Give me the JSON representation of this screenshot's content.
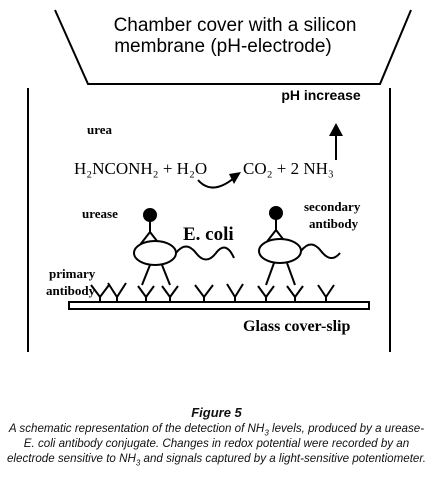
{
  "diagram": {
    "chamber_cover_line1": "Chamber cover with a silicon",
    "chamber_cover_line2": "membrane (pH-electrode)",
    "ph_increase": "pH increase",
    "urea": "urea",
    "reaction_left": "H₂NCONH₂ + H₂O",
    "reaction_right": "CO₂ + 2 NH₃",
    "urease": "urease",
    "ecoli": "E. coli",
    "secondary_line1": "secondary",
    "secondary_line2": "antibody",
    "primary_line1": "primary",
    "primary_line2": "antibody",
    "glass": "Glass cover-slip"
  },
  "caption": {
    "title": "Figure 5",
    "text_1": "A schematic representation of the detection of NH",
    "sub_1": "3",
    "text_2": " levels, produced by a urease-E. coli antibody conjugate. Changes in redox potential were recorded by an electrode sensitive to NH",
    "sub_2": "3",
    "text_3": " and signals captured by a light-sensitive potentiometer."
  }
}
